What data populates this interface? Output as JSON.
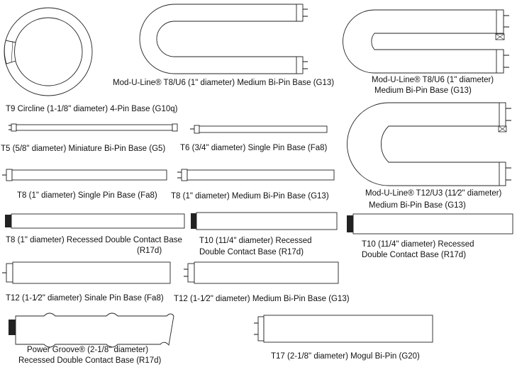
{
  "lamps": [
    {
      "id": "t9-circline",
      "text": "T9 Circline (1-1/8\" diameter) 4-Pin Base (G10q)"
    },
    {
      "id": "mod-u-line-t8-a",
      "text_lines": [
        "Mod-U-Line® T8/U6 (1\" diameter) Medium Bi-Pin Base (G13)"
      ]
    },
    {
      "id": "mod-u-line-t8-b",
      "text_lines": [
        "Mod-U-Line® T8/U6 (1\" diameter)",
        "Medium Bi-Pin Base (G13)"
      ]
    },
    {
      "id": "t5-miniature",
      "text": "T5 (5/8\" diameter) Miniature Bi-Pin Base (G5)"
    },
    {
      "id": "t6-single-pin",
      "text": "T6 (3/4\" diameter) Single Pin Base (Fa8)"
    },
    {
      "id": "mod-u-line-t12",
      "text_lines": [
        "Mod-U-Line® T12/U3 (11⁄2\"  diameter)",
        "Medium Bi-Pin Base (G13)"
      ]
    },
    {
      "id": "t8-single-pin",
      "text": "T8 (1\" diameter) Single Pin Base (Fa8)"
    },
    {
      "id": "t8-medium-bipin",
      "text": "T8 (1\" diameter) Medium Bi-Pin Base (G13)"
    },
    {
      "id": "t8-recessed-dc",
      "text_lines": [
        "T8 (1\" diameter) Recessed Double Contact Base",
        "(R17d)"
      ]
    },
    {
      "id": "t10-recessed-dc-a",
      "text_lines": [
        "T10 (11/4\" diameter) Recessed",
        "Double Contact Base (R17d)"
      ]
    },
    {
      "id": "t10-recessed-dc-b",
      "text_lines": [
        "T10 (11/4\" diameter) Recessed",
        "Double Contact Base (R17d)"
      ]
    },
    {
      "id": "t12-single-pin",
      "text": "T12 (1-1⁄2\" diameter) Sinale Pin Base (Fa8)"
    },
    {
      "id": "t12-medium-bipin",
      "text": "T12 (1-1⁄2\" diameter) Medium Bi-Pin Base (G13)"
    },
    {
      "id": "power-groove",
      "text_lines": [
        "Power Groove® (2-1/8\" diameter)",
        "Recessed Double Contact Base (R17d)"
      ]
    },
    {
      "id": "t17-mogul",
      "text": "T17 (2-1/8\" diameter) Mogul Bi-Pin (G20)"
    }
  ]
}
